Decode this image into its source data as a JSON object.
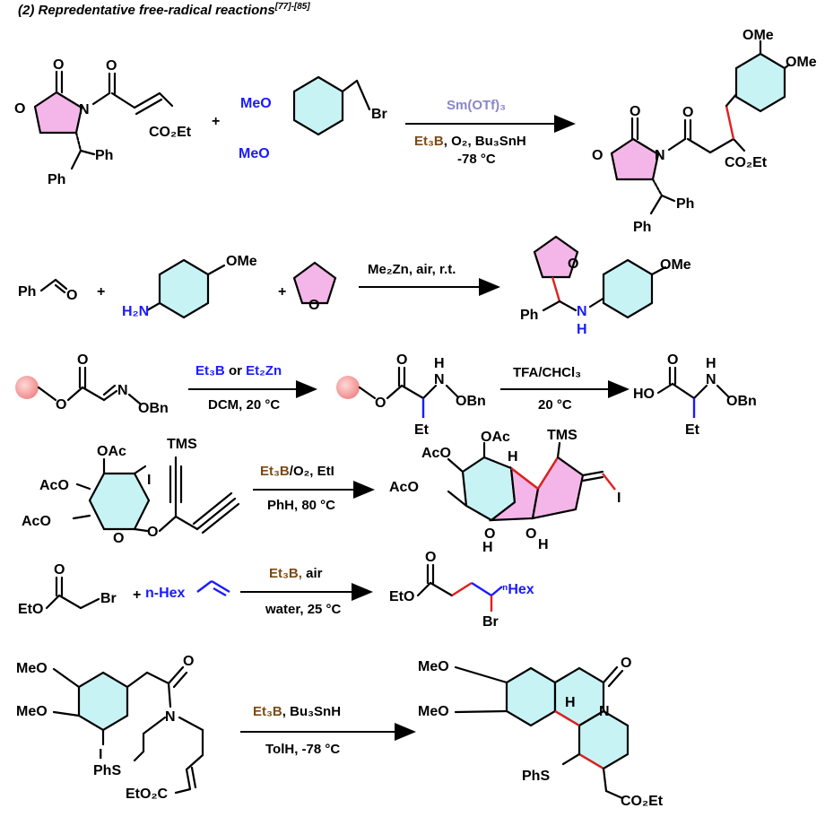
{
  "heading": {
    "text": "(2) Repredentative free-radical reactions",
    "refs": "[77]-[85]"
  },
  "r1": {
    "cat": "Sm(OTf)₃",
    "cond_a": "Et₃B",
    "cond_b": ", O₂, Bu₃SnH",
    "temp": "-78 °C",
    "plus": "+",
    "labels": {
      "O": "O",
      "N": "N",
      "Ph": "Ph",
      "CO2Et": "CO₂Et",
      "MeO": "MeO",
      "OMe": "OMe",
      "Br": "Br"
    }
  },
  "r2": {
    "cond": "Me₂Zn, air, r.t.",
    "labels": {
      "Ph": "Ph",
      "O": "O",
      "OMe": "OMe",
      "H2N": "H₂N",
      "N": "N",
      "H": "H"
    }
  },
  "r3": {
    "cond_a": "Et₃B",
    "cond_or": " or ",
    "cond_b": "Et₂Zn",
    "solvent": "DCM, 20 °C",
    "cond2": "TFA/CHCl₃",
    "temp2": "20 °C",
    "labels": {
      "O": "O",
      "N": "N",
      "OBn": "OBn",
      "H": "H",
      "Et": "Et",
      "HO": "HO"
    }
  },
  "r4": {
    "cond_a": "Et₃B",
    "cond_b": "/O₂, EtI",
    "cond2": "PhH, 80 °C",
    "labels": {
      "TMS": "TMS",
      "OAc": "OAc",
      "AcO": "AcO",
      "I": "I",
      "O": "O",
      "H": "H"
    }
  },
  "r5": {
    "cond_a": "Et₃B,",
    "cond_b": " air",
    "cond2": "water, 25 °C",
    "labels": {
      "EtO": "EtO",
      "O": "O",
      "Br": "Br",
      "nHex": "n-Hex",
      "hex2": "ⁿHex"
    }
  },
  "r6": {
    "cond_a": "Et₃B",
    "cond_b": ", Bu₃SnH",
    "cond2": "TolH, -78 °C",
    "labels": {
      "MeO": "MeO",
      "O": "O",
      "N": "N",
      "I": "I",
      "PhS": "PhS",
      "EtO2C": "EtO₂C",
      "H": "H",
      "CO2Et": "CO₂Et"
    }
  },
  "colors": {
    "blue": "#1a1aff",
    "brown": "#7a4b12",
    "lavender": "#8a86c9",
    "pink": "#f4b6e8",
    "cyan": "#c8f3f5",
    "red": "#e02020"
  }
}
